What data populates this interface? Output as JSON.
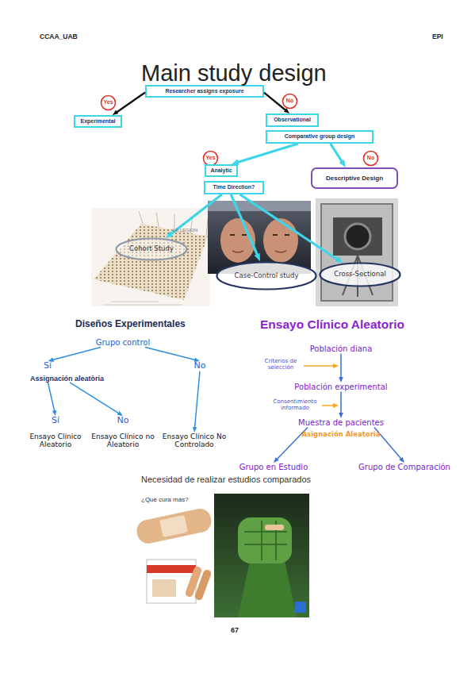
{
  "diagram": {
    "title": "Main study design",
    "nodes": [
      {
        "text": [
          "Researcher assigns exposure"
        ]
      },
      {
        "text": [
          "Yes"
        ]
      },
      {
        "text": [
          "No"
        ]
      },
      {
        "text": [
          "Experimental"
        ]
      },
      {
        "text": [
          "Observational"
        ]
      },
      {
        "text": [
          "Comparative group design"
        ]
      },
      {
        "text": [
          "Yes"
        ]
      },
      {
        "text": [
          "No"
        ]
      },
      {
        "text": [
          "Analytic"
        ]
      },
      {
        "text": [
          "Descriptive Design"
        ]
      },
      {
        "text": [
          "Time Direction?"
        ]
      },
      {
        "text": [
          "Cohort Study"
        ]
      },
      {
        "text": [
          "Case-Control study"
        ]
      },
      {
        "text": [
          "Cross-Sectional"
        ]
      },
      {
        "text": [
          "Grupo control"
        ]
      },
      {
        "text": [
          "Sí",
          "Assignación aleatòria"
        ]
      },
      {
        "text": [
          "No"
        ]
      },
      {
        "text": [
          "Sí",
          "Ensayo Clínico Aleatorio"
        ]
      },
      {
        "text": [
          "No",
          "Ensayo Clínico no Aleatorio"
        ]
      },
      {
        "text": [
          "Ensayo Clínico No Controlado"
        ]
      },
      {
        "text": [
          "Población diana"
        ]
      },
      {
        "text": [
          "Población experimental"
        ]
      },
      {
        "text": [
          "Muestra de pacientes"
        ]
      },
      {
        "text": [
          "Grupo en Estudio"
        ]
      },
      {
        "text": [
          "Grupo de Comparación"
        ]
      }
    ],
    "edges": [
      {
        "from": 0,
        "to": 3,
        "arrow": "to"
      },
      {
        "from": 0,
        "to": 4,
        "arrow": "to"
      },
      {
        "from": 5,
        "to": 8,
        "arrow": "to"
      },
      {
        "from": 5,
        "to": 9,
        "arrow": "to"
      },
      {
        "from": 10,
        "to": 11,
        "arrow": "to"
      },
      {
        "from": 10,
        "to": 12,
        "arrow": "to"
      },
      {
        "from": 10,
        "to": 13,
        "arrow": "to"
      },
      {
        "from": 14,
        "to": 15,
        "arrow": "to"
      },
      {
        "from": 14,
        "to": 16,
        "arrow": "to"
      },
      {
        "from": 15,
        "to": 17,
        "arrow": "to"
      },
      {
        "from": 15,
        "to": 18,
        "arrow": "to"
      },
      {
        "from": 16,
        "to": 19,
        "arrow": "to"
      },
      {
        "from": 20,
        "to": 21,
        "arrow": "to"
      },
      {
        "from": 21,
        "to": 22,
        "arrow": "to"
      },
      {
        "from": 22,
        "to": 23,
        "arrow": "to"
      },
      {
        "from": 22,
        "to": 24,
        "arrow": "to"
      }
    ],
    "labels": [
      "CCAA_UAB",
      "EPI",
      "Diseños Experimentales",
      "Ensayo Clínico Aleatorio",
      "Criterios de selección",
      "Consentimiento informado",
      "Asignación Aleatoria",
      "Necesidad de realizar estudios comparados",
      "¿Qué cura más?",
      "LA LEGION",
      "67"
    ]
  }
}
